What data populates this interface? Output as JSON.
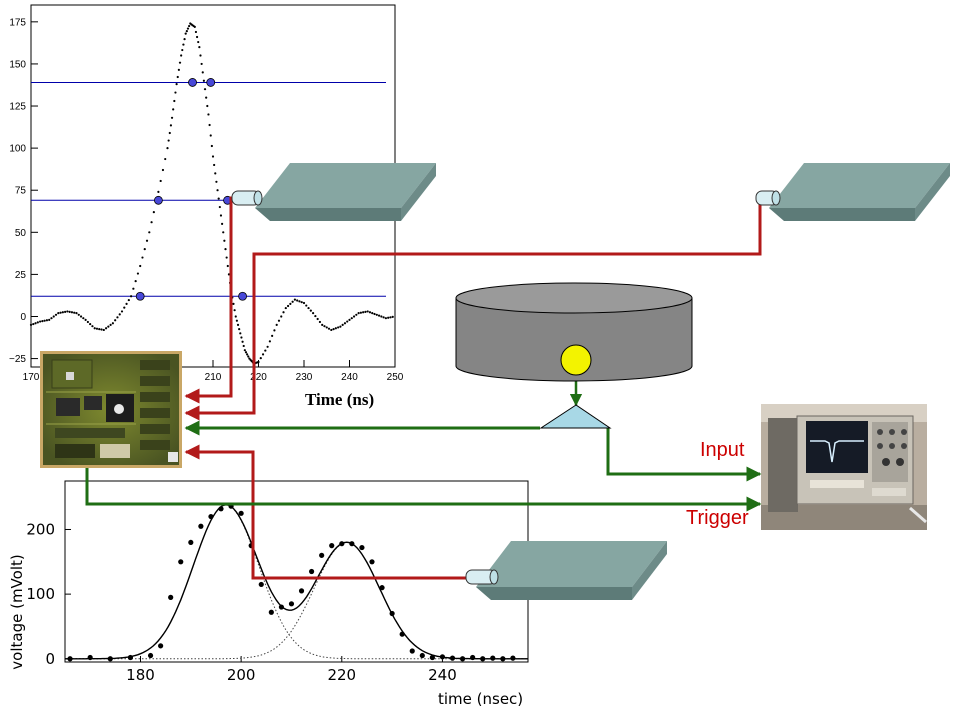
{
  "chart_data": [
    {
      "type": "scatter",
      "title": "",
      "xlabel": "Time (ns)",
      "ylabel": "",
      "xlim": [
        170,
        250
      ],
      "ylim": [
        -30,
        185
      ],
      "xticks": [
        170,
        180,
        190,
        200,
        210,
        220,
        230,
        240,
        250
      ],
      "xtick_labels": [
        "170",
        "180",
        "190",
        "200",
        "210",
        "220",
        "230",
        "240",
        "250"
      ],
      "yticks": [
        -25,
        0,
        25,
        50,
        75,
        100,
        125,
        150,
        175
      ],
      "ytick_labels": [
        "−25",
        "0",
        "25",
        "50",
        "75",
        "100",
        "125",
        "150",
        "175"
      ],
      "thresholds": [
        139,
        69,
        12
      ],
      "crossings": [
        {
          "x": 205.5,
          "y": 139
        },
        {
          "x": 209.5,
          "y": 139
        },
        {
          "x": 198,
          "y": 69
        },
        {
          "x": 213.2,
          "y": 69
        },
        {
          "x": 194,
          "y": 12
        },
        {
          "x": 216.5,
          "y": 12
        }
      ],
      "series": [
        {
          "x": [
            170,
            172,
            174,
            176,
            178,
            180,
            182,
            184,
            186,
            188,
            190,
            192,
            194,
            196,
            198,
            200,
            201,
            202,
            203,
            204,
            205,
            206,
            207,
            208,
            209,
            210,
            211,
            212,
            213,
            214,
            215,
            216,
            217,
            218,
            219,
            220,
            222,
            224,
            226,
            228,
            230,
            232,
            234,
            236,
            238,
            240,
            242,
            244,
            246,
            248,
            250
          ],
          "y": [
            -5,
            -3,
            -2,
            2,
            3,
            2,
            -2,
            -7,
            -8,
            -4,
            3,
            12,
            30,
            50,
            74,
            100,
            118,
            138,
            155,
            168,
            174,
            172,
            160,
            140,
            120,
            95,
            75,
            55,
            35,
            15,
            0,
            -10,
            -20,
            -25,
            -28,
            -27,
            -18,
            -5,
            5,
            10,
            8,
            2,
            -5,
            -8,
            -6,
            -2,
            2,
            3,
            1,
            -1,
            0
          ]
        }
      ]
    },
    {
      "type": "scatter",
      "title": "",
      "xlabel": "time (nsec)",
      "ylabel": "voltage (mVolt)",
      "xlim": [
        165,
        257
      ],
      "ylim": [
        -5,
        275
      ],
      "xticks": [
        180,
        200,
        220,
        240
      ],
      "xtick_labels": [
        "180",
        "200",
        "220",
        "240"
      ],
      "yticks": [
        0,
        100,
        200
      ],
      "ytick_labels": [
        "0",
        "100",
        "200"
      ],
      "pulse1": {
        "amplitude": 238,
        "center": 197,
        "sigma": 6.5
      },
      "pulse2": {
        "amplitude": 180,
        "center": 221,
        "sigma": 6.5
      },
      "series": [
        {
          "x": [
            166,
            170,
            174,
            178,
            182,
            184,
            186,
            188,
            190,
            192,
            194,
            196,
            198,
            200,
            202,
            204,
            206,
            208,
            210,
            212,
            214,
            216,
            218,
            220,
            222,
            224,
            226,
            228,
            230,
            232,
            234,
            236,
            238,
            240,
            242,
            244,
            246,
            248,
            250,
            252,
            254
          ],
          "y": [
            0,
            2,
            0,
            2,
            5,
            20,
            95,
            150,
            180,
            205,
            220,
            232,
            236,
            225,
            175,
            115,
            72,
            80,
            85,
            105,
            135,
            160,
            175,
            178,
            178,
            172,
            150,
            110,
            70,
            38,
            12,
            5,
            2,
            3,
            1,
            0,
            2,
            0,
            1,
            0,
            1
          ]
        }
      ]
    }
  ],
  "labels": {
    "input": "Input",
    "trigger": "Trigger"
  },
  "colors": {
    "red_wire": "#b21a1a",
    "green_wire": "#1f6e14",
    "module_top": "#86a6a2",
    "module_side": "#5d7b78",
    "detector": "#858585",
    "sensor": "#f3f300",
    "amplifier": "#a8d8e6",
    "threshold_line": "#0000aa",
    "marker": "#4848d8"
  },
  "icons": {
    "board": "circuit-board-photo",
    "scope": "oscilloscope-photo"
  }
}
